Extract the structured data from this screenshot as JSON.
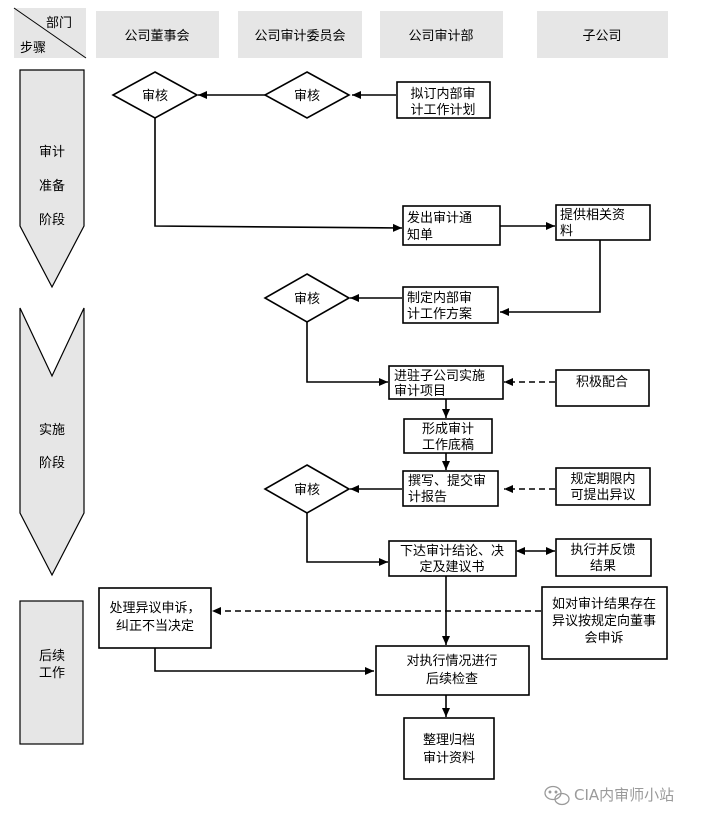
{
  "header": {
    "corner_top": "部门",
    "corner_bottom": "步骤",
    "columns": [
      "公司董事会",
      "公司审计委员会",
      "公司审计部",
      "子公司"
    ]
  },
  "stages": [
    {
      "lines": [
        "审计",
        "准备",
        "阶段"
      ]
    },
    {
      "lines": [
        "实施",
        "阶段"
      ]
    },
    {
      "lines": [
        "后续",
        "工作"
      ]
    }
  ],
  "nodes": {
    "review_board": "审核",
    "review_committee_1": "审核",
    "draft_plan": [
      "拟订内部审",
      "计工作计划"
    ],
    "issue_notice": [
      "发出审计通",
      "知单"
    ],
    "provide_docs": [
      "提供相关资",
      "料"
    ],
    "review_committee_2": "审核",
    "make_program": [
      "制定内部审",
      "计工作方案"
    ],
    "enter_sub": [
      "进驻子公司实施",
      "审计项目"
    ],
    "cooperate": "积极配合",
    "working_papers": [
      "形成审计",
      "工作底稿"
    ],
    "review_committee_3": "审核",
    "write_report": [
      "撰写、提交审",
      "计报告"
    ],
    "objection_period": [
      "规定期限内",
      "可提出异议"
    ],
    "issue_conclusion": [
      "下达审计结论、决",
      "定及建议书"
    ],
    "execute_feedback": [
      "执行并反馈",
      "结果"
    ],
    "handle_appeal": [
      "处理异议申诉，",
      "纠正不当决定"
    ],
    "sub_appeal": [
      "如对审计结果存在",
      "异议按规定向董事",
      "会申诉"
    ],
    "followup_check": [
      "对执行情况进行",
      "后续检查"
    ],
    "archive": [
      "整理归档",
      "审计资料"
    ]
  },
  "watermark": "CIA内审师小站"
}
